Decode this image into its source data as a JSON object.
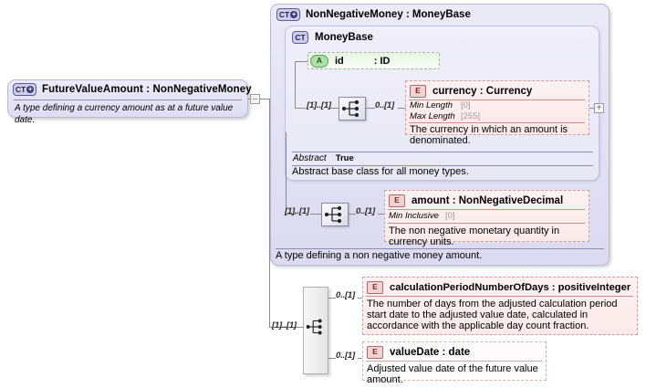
{
  "diagram": {
    "kind": "xsd-schema-diagram",
    "root": {
      "badge": "CT",
      "badge_expandable": true,
      "title": "FutureValueAmount : NonNegativeMoney",
      "description": "A type defining a currency amount as at a future value date."
    },
    "base_type": {
      "badge": "CT",
      "badge_expandable": true,
      "title": "NonNegativeMoney : MoneyBase",
      "description": "A type defining a non negative money amount."
    },
    "abstract_base": {
      "badge": "CT",
      "badge_expandable": false,
      "title": "MoneyBase",
      "facets": [
        {
          "name": "Abstract",
          "value": "True"
        }
      ],
      "description": "Abstract base class for all money types."
    },
    "attributes": [
      {
        "badge": "A",
        "name": "id",
        "type": ": ID",
        "data_name": "attribute-id"
      }
    ],
    "elements": [
      {
        "badge": "E",
        "title": "currency : Currency",
        "occurrence": "0..[1]",
        "facets": [
          {
            "name": "Min Length",
            "value": "[0]"
          },
          {
            "name": "Max Length",
            "value": "[255]"
          }
        ],
        "description": "The currency in which an amount is denominated.",
        "expander": "+"
      },
      {
        "badge": "E",
        "title": "amount : NonNegativeDecimal",
        "occurrence": "0..[1]",
        "facets": [
          {
            "name": "Min Inclusive",
            "value": "[0]"
          }
        ],
        "description": "The non negative monetary quantity in currency units."
      },
      {
        "badge": "E",
        "title": "calculationPeriodNumberOfDays : positiveInteger",
        "occurrence": "0..[1]",
        "facets": [],
        "description": "The number of days from the adjusted calculation period start date to the adjusted value date, calculated in accordance with the applicable day count fraction."
      },
      {
        "badge": "E",
        "title": "valueDate : date",
        "occurrence": "0..[1]",
        "facets": [],
        "description": "Adjusted value date of the future value amount."
      }
    ],
    "compositors": [
      {
        "type": "sequence",
        "occurrence_left": "[1]..[1]",
        "data_name": "sequence-moneybase"
      },
      {
        "type": "sequence",
        "occurrence_left": "[1]..[1]",
        "data_name": "sequence-nonnegativemoney"
      },
      {
        "type": "sequence",
        "occurrence_left": "[1]..[1]",
        "data_name": "sequence-futurevalueamount"
      }
    ],
    "expanders": {
      "root_collapse": "–",
      "currency_expand": "+"
    },
    "colors": {
      "complex_type_fill": "#e4e2f4",
      "complex_type_border": "#b9b7dd",
      "element_fill": "#fbeaea",
      "element_border": "#d89b9b",
      "attribute_fill": "#e7f5e2",
      "attribute_border": "#9dbb9d",
      "connector": "#8a8a8a"
    }
  }
}
